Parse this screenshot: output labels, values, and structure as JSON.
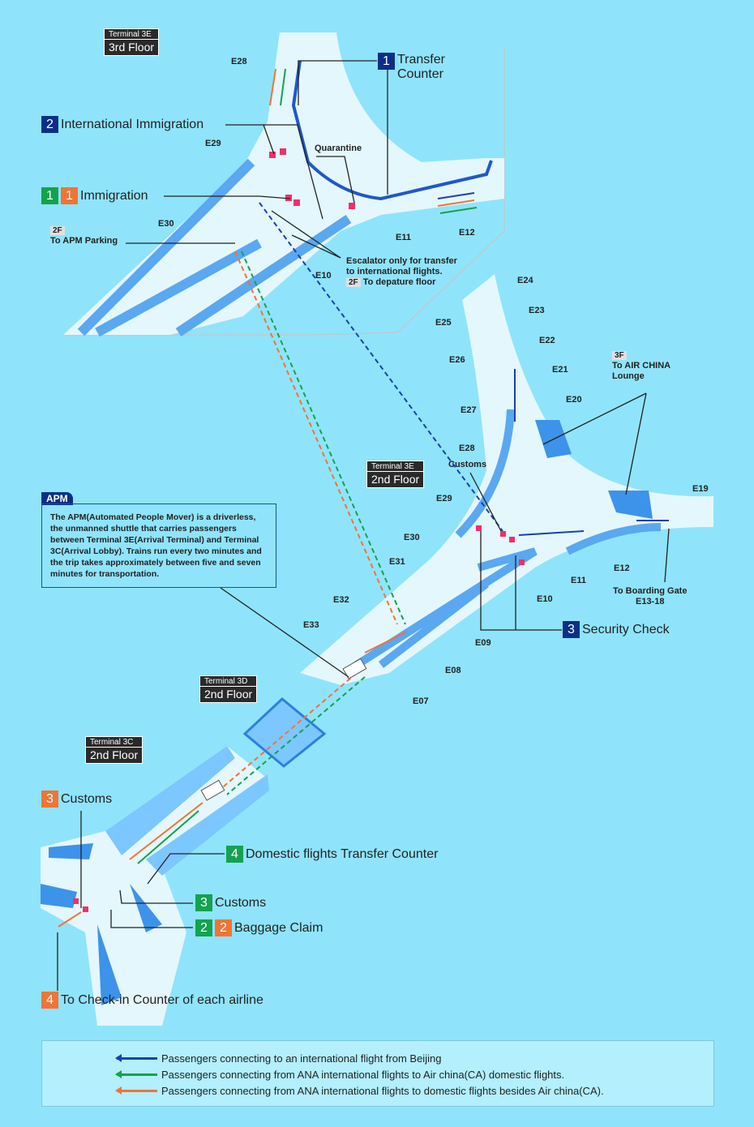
{
  "colors": {
    "background": "#8fe4fb",
    "floor": "#e4f7fd",
    "wall": "#3d93ea",
    "navy": "#0b2f86",
    "green": "#14a24f",
    "orange": "#f07436"
  },
  "floor_tags": [
    {
      "terminal": "Terminal 3E",
      "floor": "3rd Floor"
    },
    {
      "terminal": "Terminal 3E",
      "floor": "2nd Floor"
    },
    {
      "terminal": "Terminal 3D",
      "floor": "2nd Floor"
    },
    {
      "terminal": "Terminal 3C",
      "floor": "2nd Floor"
    }
  ],
  "steps": {
    "transfer_counter": {
      "num": "1",
      "label_1": "Transfer",
      "label_2": "Counter"
    },
    "intl_immigration": {
      "num": "2",
      "label": "International Immigration"
    },
    "immigration": {
      "num_green": "1",
      "num_orange": "1",
      "label": "Immigration"
    },
    "security_check": {
      "num": "3",
      "label": "Security Check"
    },
    "customs_orange": {
      "num": "3",
      "label": "Customs"
    },
    "domestic_transfer": {
      "num": "4",
      "label": "Domestic flights Transfer Counter"
    },
    "customs_green": {
      "num": "3",
      "label": "Customs"
    },
    "baggage_claim": {
      "num_green": "2",
      "num_orange": "2",
      "label": "Baggage Claim"
    },
    "check_in": {
      "num": "4",
      "label": "To Check-in Counter of each airline"
    }
  },
  "notes": {
    "quarantine": "Quarantine",
    "apm_parking_floor": "2F",
    "apm_parking": "To APM Parking",
    "escalator_1": "Escalator only for transfer",
    "escalator_2": "to international flights.",
    "escalator_floor": "2F",
    "escalator_3": "To depature floor",
    "lounge_floor": "3F",
    "lounge_1": "To AIR CHINA",
    "lounge_2": "Lounge",
    "customs_3e": "Customs",
    "boarding_1": "To Boarding Gate",
    "boarding_2": "E13-18"
  },
  "gates_top": [
    "E28",
    "E29",
    "E30",
    "E11",
    "E12",
    "E10"
  ],
  "gates_main": [
    "E24",
    "E23",
    "E25",
    "E22",
    "E26",
    "E21",
    "E20",
    "E27",
    "E28",
    "E29",
    "E19",
    "E30",
    "E31",
    "E12",
    "E11",
    "E10",
    "E32",
    "E33",
    "E09",
    "E08",
    "E07"
  ],
  "apm": {
    "tag": "APM",
    "text": "The APM(Automated People Mover) is a driverless, the unmanned shuttle that carries passengers between Terminal 3E(Arrival Terminal) and Terminal 3C(Arrival Lobby). Trains run every two minutes and the trip takes approximately between five and seven minutes for transportation."
  },
  "legend": [
    {
      "color": "#1a3fb5",
      "text": "Passengers connecting to an international flight from Beijing"
    },
    {
      "color": "#14a24f",
      "text": "Passengers connecting from ANA international flights to Air china(CA) domestic flights."
    },
    {
      "color": "#f07436",
      "text": "Passengers connecting from ANA international flights to domestic flights besides Air china(CA)."
    }
  ]
}
